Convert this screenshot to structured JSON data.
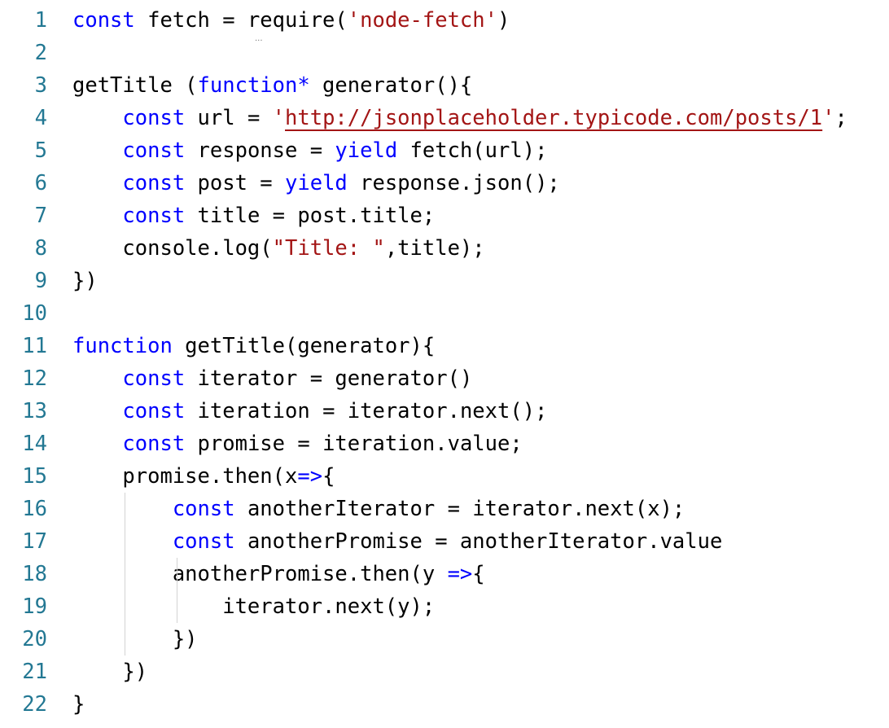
{
  "editor": {
    "colors": {
      "keyword": "#0000ff",
      "string": "#a31515",
      "line_number": "#237893",
      "text": "#000000"
    },
    "lines": [
      {
        "n": "1",
        "tokens": [
          [
            "kw",
            "const"
          ],
          [
            "t",
            " fetch = "
          ],
          [
            "t",
            "require("
          ],
          [
            "str",
            "'node-fetch'"
          ],
          [
            "t",
            ")"
          ]
        ]
      },
      {
        "n": "2",
        "tokens": []
      },
      {
        "n": "3",
        "tokens": [
          [
            "t",
            "getTitle ("
          ],
          [
            "kw",
            "function*"
          ],
          [
            "t",
            " generator(){"
          ]
        ]
      },
      {
        "n": "4",
        "tokens": [
          [
            "t",
            "    "
          ],
          [
            "kw",
            "const"
          ],
          [
            "t",
            " url = "
          ],
          [
            "str",
            "'"
          ],
          [
            "url",
            "http://jsonplaceholder.typicode.com/posts/1"
          ],
          [
            "str",
            "'"
          ],
          [
            "t",
            ";"
          ]
        ]
      },
      {
        "n": "5",
        "tokens": [
          [
            "t",
            "    "
          ],
          [
            "kw",
            "const"
          ],
          [
            "t",
            " response = "
          ],
          [
            "kw",
            "yield"
          ],
          [
            "t",
            " fetch(url);"
          ]
        ]
      },
      {
        "n": "6",
        "tokens": [
          [
            "t",
            "    "
          ],
          [
            "kw",
            "const"
          ],
          [
            "t",
            " post = "
          ],
          [
            "kw",
            "yield"
          ],
          [
            "t",
            " response.json();"
          ]
        ]
      },
      {
        "n": "7",
        "tokens": [
          [
            "t",
            "    "
          ],
          [
            "kw",
            "const"
          ],
          [
            "t",
            " title = post.title;"
          ]
        ]
      },
      {
        "n": "8",
        "tokens": [
          [
            "t",
            "    console.log("
          ],
          [
            "str",
            "\"Title: \""
          ],
          [
            "t",
            ",title);"
          ]
        ]
      },
      {
        "n": "9",
        "tokens": [
          [
            "t",
            "})"
          ]
        ]
      },
      {
        "n": "10",
        "tokens": []
      },
      {
        "n": "11",
        "tokens": [
          [
            "kw",
            "function"
          ],
          [
            "t",
            " getTitle(generator){"
          ]
        ]
      },
      {
        "n": "12",
        "tokens": [
          [
            "t",
            "    "
          ],
          [
            "kw",
            "const"
          ],
          [
            "t",
            " iterator = generator()"
          ]
        ]
      },
      {
        "n": "13",
        "tokens": [
          [
            "t",
            "    "
          ],
          [
            "kw",
            "const"
          ],
          [
            "t",
            " iteration = iterator.next();"
          ]
        ]
      },
      {
        "n": "14",
        "tokens": [
          [
            "t",
            "    "
          ],
          [
            "kw",
            "const"
          ],
          [
            "t",
            " promise = iteration.value;"
          ]
        ]
      },
      {
        "n": "15",
        "tokens": [
          [
            "t",
            "    promise.then(x"
          ],
          [
            "kw",
            "=>"
          ],
          [
            "t",
            "{"
          ]
        ]
      },
      {
        "n": "16",
        "tokens": [
          [
            "t",
            "        "
          ],
          [
            "kw",
            "const"
          ],
          [
            "t",
            " anotherIterator = iterator.next(x);"
          ]
        ]
      },
      {
        "n": "17",
        "tokens": [
          [
            "t",
            "        "
          ],
          [
            "kw",
            "const"
          ],
          [
            "t",
            " anotherPromise = anotherIterator.value"
          ]
        ]
      },
      {
        "n": "18",
        "tokens": [
          [
            "t",
            "        anotherPromise.then(y "
          ],
          [
            "kw",
            "=>"
          ],
          [
            "t",
            "{"
          ]
        ]
      },
      {
        "n": "19",
        "tokens": [
          [
            "t",
            "            iterator.next(y);"
          ]
        ]
      },
      {
        "n": "20",
        "tokens": [
          [
            "t",
            "        })"
          ]
        ]
      },
      {
        "n": "21",
        "tokens": [
          [
            "t",
            "    })"
          ]
        ]
      },
      {
        "n": "22",
        "tokens": [
          [
            "t",
            "}"
          ]
        ]
      }
    ],
    "hint_marker": "..."
  }
}
